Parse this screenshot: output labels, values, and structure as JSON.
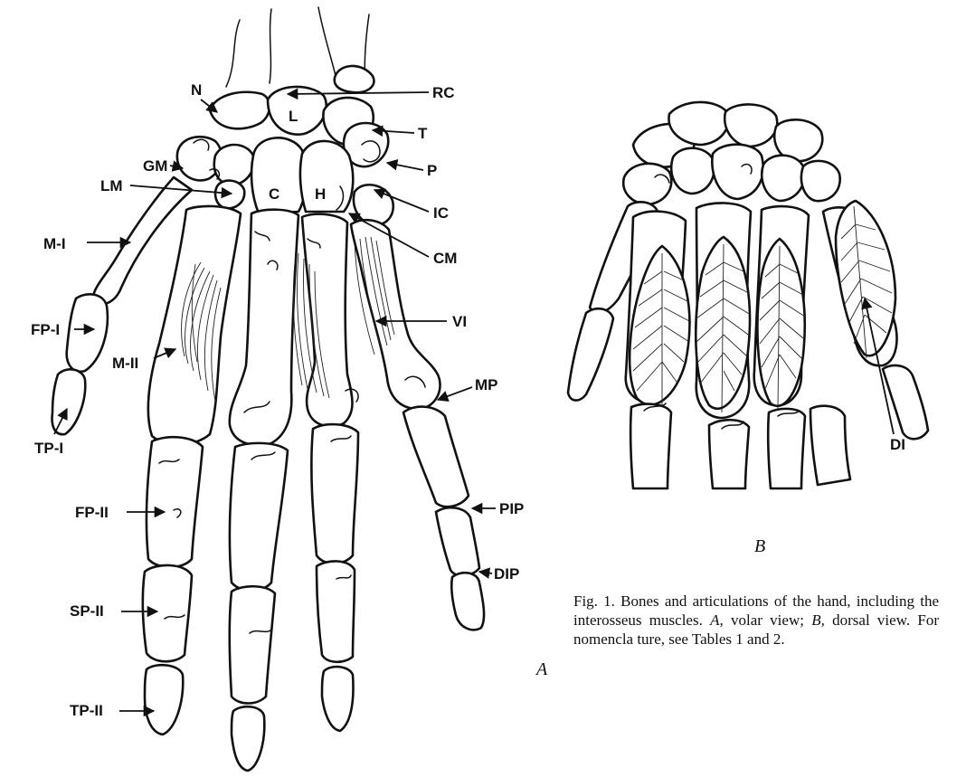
{
  "panel_a": {
    "letter": "A",
    "labels": {
      "N": "N",
      "RC": "RC",
      "GM": "GM",
      "L": "L",
      "T": "T",
      "P": "P",
      "LM": "LM",
      "C": "C",
      "H": "H",
      "IC": "IC",
      "MI": "M-I",
      "CM": "CM",
      "FPI": "FP-I",
      "VI": "VI",
      "MII": "M-II",
      "MP": "MP",
      "TPI": "TP-I",
      "FPII": "FP-II",
      "PIP": "PIP",
      "DIP": "DIP",
      "SPII": "SP-II",
      "TPII": "TP-II"
    }
  },
  "panel_b": {
    "letter": "B",
    "labels": {
      "DI": "DI"
    }
  },
  "caption": {
    "lead": "Fig. 1. Bones and articulations of the hand, including the interosseus muscles. ",
    "a_letter": "A,",
    "a_text": " volar view; ",
    "b_letter": "B,",
    "b_text": " dorsal view. For nomencla ture, see Tables 1 and 2."
  }
}
